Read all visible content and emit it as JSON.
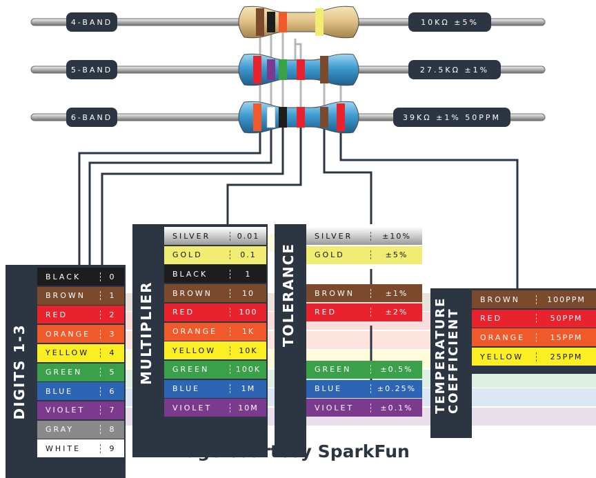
{
  "colors": {
    "panel": "#2c3643",
    "silver": "#b8b8b8",
    "gold": "#f1ec72",
    "black": "#1d1d1d",
    "brown": "#7b4a2c",
    "red": "#e8232d",
    "orange": "#f05a2a",
    "yellow": "#fbee22",
    "green": "#3aa049",
    "blue": "#2e64b4",
    "violet": "#7c3a8e",
    "gray": "#8a8a8a",
    "white": "#ffffff"
  },
  "resistors": [
    {
      "type": "4-BAND",
      "value": "10KΩ  ±5%",
      "body_style": "beige",
      "bands": [
        "brown",
        "black",
        "orange",
        "gold"
      ]
    },
    {
      "type": "5-BAND",
      "value": "27.5KΩ  ±1%",
      "body_style": "blue",
      "bands": [
        "red",
        "violet",
        "green",
        "red",
        "brown"
      ]
    },
    {
      "type": "6-BAND",
      "value": "39KΩ  ±1%  50PPM",
      "body_style": "blue",
      "bands": [
        "orange",
        "white",
        "black",
        "red",
        "brown",
        "red"
      ]
    }
  ],
  "digits": {
    "title": "DIGITS 1-3",
    "rows": [
      {
        "name": "BLACK",
        "value": "0",
        "color": "black"
      },
      {
        "name": "BROWN",
        "value": "1",
        "color": "brown"
      },
      {
        "name": "RED",
        "value": "2",
        "color": "red"
      },
      {
        "name": "ORANGE",
        "value": "3",
        "color": "orange"
      },
      {
        "name": "YELLOW",
        "value": "4",
        "color": "yellow"
      },
      {
        "name": "GREEN",
        "value": "5",
        "color": "green"
      },
      {
        "name": "BLUE",
        "value": "6",
        "color": "blue"
      },
      {
        "name": "VIOLET",
        "value": "7",
        "color": "violet"
      },
      {
        "name": "GRAY",
        "value": "8",
        "color": "gray"
      },
      {
        "name": "WHITE",
        "value": "9",
        "color": "white"
      }
    ]
  },
  "multiplier": {
    "title": "MULTIPLIER",
    "rows": [
      {
        "name": "SILVER",
        "value": "0.01",
        "color": "silver"
      },
      {
        "name": "GOLD",
        "value": "0.1",
        "color": "gold"
      },
      {
        "name": "BLACK",
        "value": "1",
        "color": "black"
      },
      {
        "name": "BROWN",
        "value": "10",
        "color": "brown"
      },
      {
        "name": "RED",
        "value": "100",
        "color": "red"
      },
      {
        "name": "ORANGE",
        "value": "1K",
        "color": "orange"
      },
      {
        "name": "YELLOW",
        "value": "10K",
        "color": "yellow"
      },
      {
        "name": "GREEN",
        "value": "100K",
        "color": "green"
      },
      {
        "name": "BLUE",
        "value": "1M",
        "color": "blue"
      },
      {
        "name": "VIOLET",
        "value": "10M",
        "color": "violet"
      }
    ]
  },
  "tolerance": {
    "title": "TOLERANCE",
    "rows": [
      {
        "name": "SILVER",
        "value": "±10%",
        "color": "silver"
      },
      {
        "name": "GOLD",
        "value": "±5%",
        "color": "gold"
      },
      {
        "name": "",
        "value": "",
        "color": ""
      },
      {
        "name": "BROWN",
        "value": "±1%",
        "color": "brown"
      },
      {
        "name": "RED",
        "value": "±2%",
        "color": "red"
      },
      {
        "name": "",
        "value": "",
        "color": ""
      },
      {
        "name": "",
        "value": "",
        "color": ""
      },
      {
        "name": "GREEN",
        "value": "±0.5%",
        "color": "green"
      },
      {
        "name": "BLUE",
        "value": "±0.25%",
        "color": "blue"
      },
      {
        "name": "VIOLET",
        "value": "±0.1%",
        "color": "violet"
      }
    ]
  },
  "tempco": {
    "title_line1": "TEMPERATURE",
    "title_line2": "COEFFICIENT",
    "rows": [
      {
        "name": "BROWN",
        "value": "100PPM",
        "color": "brown"
      },
      {
        "name": "RED",
        "value": "50PPM",
        "color": "red"
      },
      {
        "name": "ORANGE",
        "value": "15PPM",
        "color": "orange"
      },
      {
        "name": "YELLOW",
        "value": "25PPM",
        "color": "yellow"
      }
    ]
  },
  "credit": "Image courtesy SparkFun"
}
